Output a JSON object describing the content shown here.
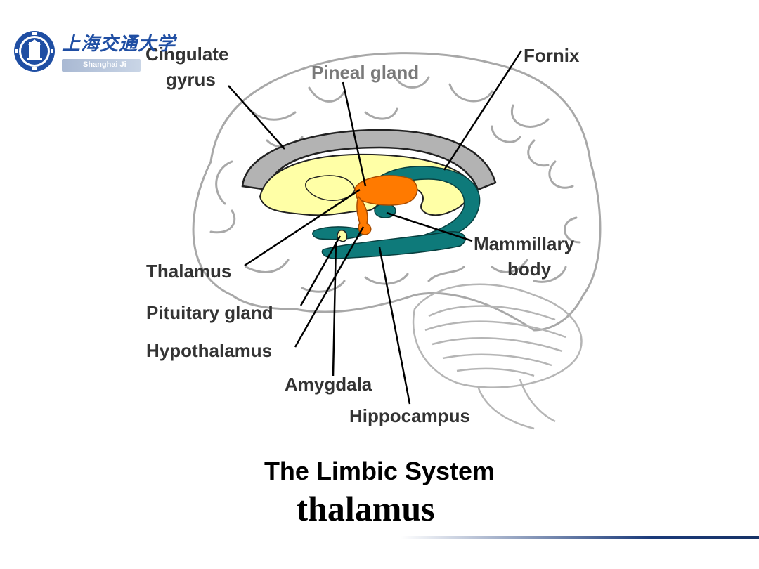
{
  "logo": {
    "icon": "university-seal-icon",
    "chinese_name": "上海交通大学",
    "english_name": "Shanghai Ji",
    "color": "#1f4ea3"
  },
  "labels": {
    "cingulate_gyrus_1": "Cingulate",
    "cingulate_gyrus_2": "gyrus",
    "pineal_gland": "Pineal gland",
    "fornix": "Fornix",
    "mammillary_1": "Mammillary",
    "mammillary_2": "body",
    "thalamus": "Thalamus",
    "pituitary_gland": "Pituitary gland",
    "hypothalamus": "Hypothalamus",
    "amygdala": "Amygdala",
    "hippocampus": "Hippocampus"
  },
  "caption": "The Limbic System",
  "subtitle": "thalamus",
  "colors": {
    "cingulate": "#b3b3b3",
    "yellow": "#ffffa6",
    "orange": "#ff7a00",
    "teal": "#0e7a7a",
    "brain_outline": "#aaaaaa"
  }
}
